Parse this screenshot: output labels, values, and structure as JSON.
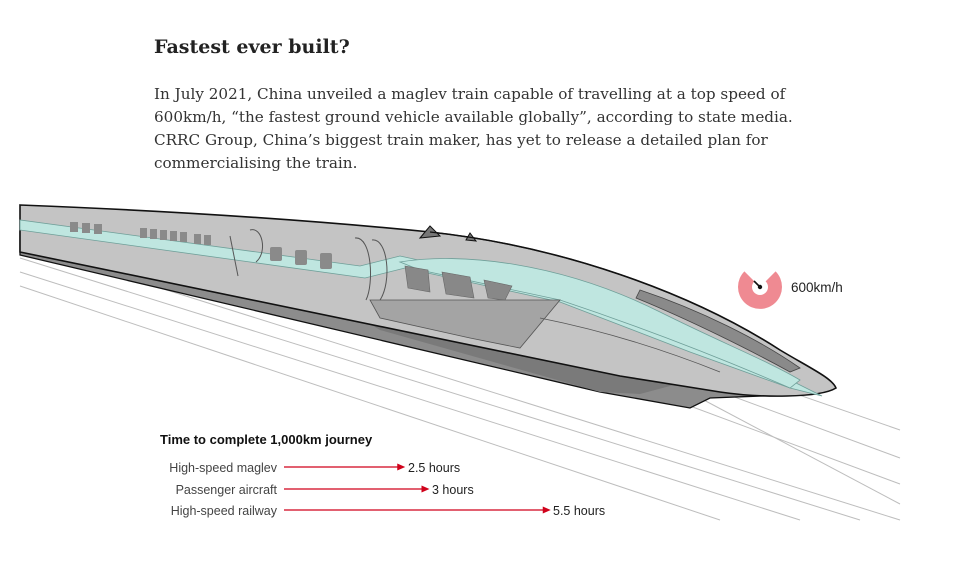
{
  "header": {
    "title": "Fastest ever built?",
    "intro": "In July 2021, China unveiled a maglev train capable of travelling at a top speed of 600km/h, “the fastest ground vehicle available globally”, according to state media. CRRC Group, China’s biggest train maker, has yet to release a detailed plan for commercialising the train."
  },
  "speed_gauge": {
    "label": "600km/h",
    "value_kmh": 600,
    "fill_color": "#ef8a92"
  },
  "journey": {
    "title": "Time to complete 1,000km journey",
    "arrow_color": "#d0021b",
    "rows": [
      {
        "mode": "High-speed maglev",
        "hours": 2.5,
        "label": "2.5 hours"
      },
      {
        "mode": "Passenger aircraft",
        "hours": 3,
        "label": "3 hours"
      },
      {
        "mode": "High-speed railway",
        "hours": 5.5,
        "label": "5.5 hours"
      }
    ]
  },
  "colors": {
    "train_body": "#c4c4c4",
    "train_accent": "#bfe6e0",
    "underframe": "#8c8c8c"
  }
}
